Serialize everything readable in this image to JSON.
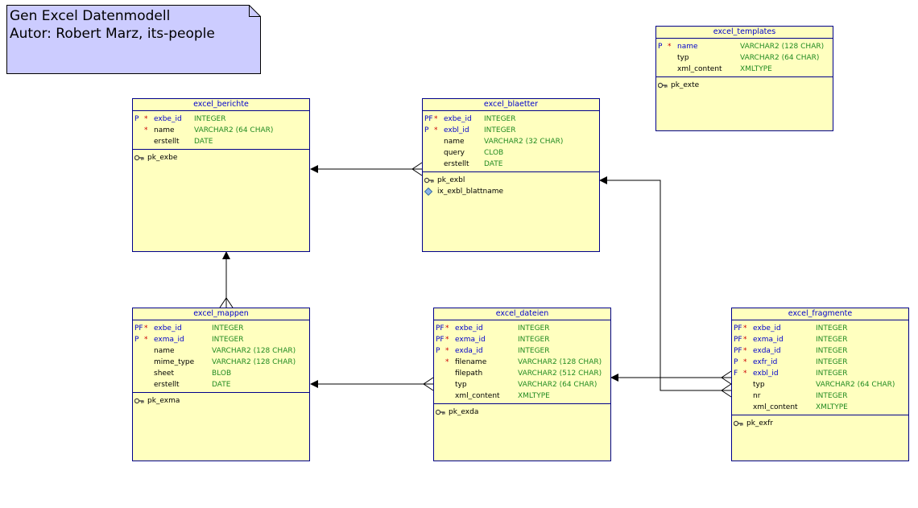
{
  "note": {
    "line1": "Gen Excel Datenmodell",
    "line2": "Autor: Robert Marz, its-people"
  },
  "colors": {
    "border": "#00008b",
    "fill": "#ffffbf",
    "key": "#0000cc",
    "required": "#cc0000",
    "type": "#228b22",
    "note_fill": "#ccccff"
  },
  "entities": {
    "excel_berichte": {
      "title": "excel_berichte",
      "columns": [
        {
          "key": "P",
          "req": "*",
          "name": "exbe_id",
          "type": "INTEGER"
        },
        {
          "key": "",
          "req": "*",
          "name": "name",
          "type": "VARCHAR2 (64 CHAR)"
        },
        {
          "key": "",
          "req": "",
          "name": "erstellt",
          "type": "DATE"
        }
      ],
      "indexes": [
        {
          "icon": "key-icon",
          "name": "pk_exbe"
        }
      ]
    },
    "excel_blaetter": {
      "title": "excel_blaetter",
      "columns": [
        {
          "key": "PF",
          "req": "*",
          "name": "exbe_id",
          "type": "INTEGER"
        },
        {
          "key": "P",
          "req": "*",
          "name": "exbl_id",
          "type": "INTEGER"
        },
        {
          "key": "",
          "req": "",
          "name": "name",
          "type": "VARCHAR2 (32 CHAR)"
        },
        {
          "key": "",
          "req": "",
          "name": "query",
          "type": "CLOB"
        },
        {
          "key": "",
          "req": "",
          "name": "erstellt",
          "type": "DATE"
        }
      ],
      "indexes": [
        {
          "icon": "key-icon",
          "name": "pk_exbl"
        },
        {
          "icon": "diamond-icon",
          "name": "ix_exbl_blattname"
        }
      ]
    },
    "excel_templates": {
      "title": "excel_templates",
      "columns": [
        {
          "key": "P",
          "req": "*",
          "name": "name",
          "type": "VARCHAR2 (128 CHAR)"
        },
        {
          "key": "",
          "req": "",
          "name": "typ",
          "type": "VARCHAR2 (64 CHAR)"
        },
        {
          "key": "",
          "req": "",
          "name": "xml_content",
          "type": "XMLTYPE"
        }
      ],
      "indexes": [
        {
          "icon": "key-icon",
          "name": "pk_exte"
        }
      ]
    },
    "excel_mappen": {
      "title": "excel_mappen",
      "columns": [
        {
          "key": "PF",
          "req": "*",
          "name": "exbe_id",
          "type": "INTEGER"
        },
        {
          "key": "P",
          "req": "*",
          "name": "exma_id",
          "type": "INTEGER"
        },
        {
          "key": "",
          "req": "",
          "name": "name",
          "type": "VARCHAR2 (128 CHAR)"
        },
        {
          "key": "",
          "req": "",
          "name": "mime_type",
          "type": "VARCHAR2 (128 CHAR)"
        },
        {
          "key": "",
          "req": "",
          "name": "sheet",
          "type": "BLOB"
        },
        {
          "key": "",
          "req": "",
          "name": "erstellt",
          "type": "DATE"
        }
      ],
      "indexes": [
        {
          "icon": "key-icon",
          "name": "pk_exma"
        }
      ]
    },
    "excel_dateien": {
      "title": "excel_dateien",
      "columns": [
        {
          "key": "PF",
          "req": "*",
          "name": "exbe_id",
          "type": "INTEGER"
        },
        {
          "key": "PF",
          "req": "*",
          "name": "exma_id",
          "type": "INTEGER"
        },
        {
          "key": "P",
          "req": "*",
          "name": "exda_id",
          "type": "INTEGER"
        },
        {
          "key": "",
          "req": "*",
          "name": "filename",
          "type": "VARCHAR2 (128 CHAR)"
        },
        {
          "key": "",
          "req": "",
          "name": "filepath",
          "type": "VARCHAR2 (512 CHAR)"
        },
        {
          "key": "",
          "req": "",
          "name": "typ",
          "type": "VARCHAR2 (64 CHAR)"
        },
        {
          "key": "",
          "req": "",
          "name": "xml_content",
          "type": "XMLTYPE"
        }
      ],
      "indexes": [
        {
          "icon": "key-icon",
          "name": "pk_exda"
        }
      ]
    },
    "excel_fragmente": {
      "title": "excel_fragmente",
      "columns": [
        {
          "key": "PF",
          "req": "*",
          "name": "exbe_id",
          "type": "INTEGER"
        },
        {
          "key": "PF",
          "req": "*",
          "name": "exma_id",
          "type": "INTEGER"
        },
        {
          "key": "PF",
          "req": "*",
          "name": "exda_id",
          "type": "INTEGER"
        },
        {
          "key": "P",
          "req": "*",
          "name": "exfr_id",
          "type": "INTEGER"
        },
        {
          "key": "F",
          "req": "*",
          "name": "exbl_id",
          "type": "INTEGER"
        },
        {
          "key": "",
          "req": "",
          "name": "typ",
          "type": "VARCHAR2 (64 CHAR)"
        },
        {
          "key": "",
          "req": "",
          "name": "nr",
          "type": "INTEGER"
        },
        {
          "key": "",
          "req": "",
          "name": "xml_content",
          "type": "XMLTYPE"
        }
      ],
      "indexes": [
        {
          "icon": "key-icon",
          "name": "pk_exfr"
        }
      ]
    }
  },
  "relationships": [
    {
      "from": "excel_blaetter",
      "to": "excel_berichte"
    },
    {
      "from": "excel_mappen",
      "to": "excel_berichte"
    },
    {
      "from": "excel_dateien",
      "to": "excel_mappen"
    },
    {
      "from": "excel_fragmente",
      "to": "excel_dateien"
    },
    {
      "from": "excel_fragmente",
      "to": "excel_blaetter"
    }
  ]
}
